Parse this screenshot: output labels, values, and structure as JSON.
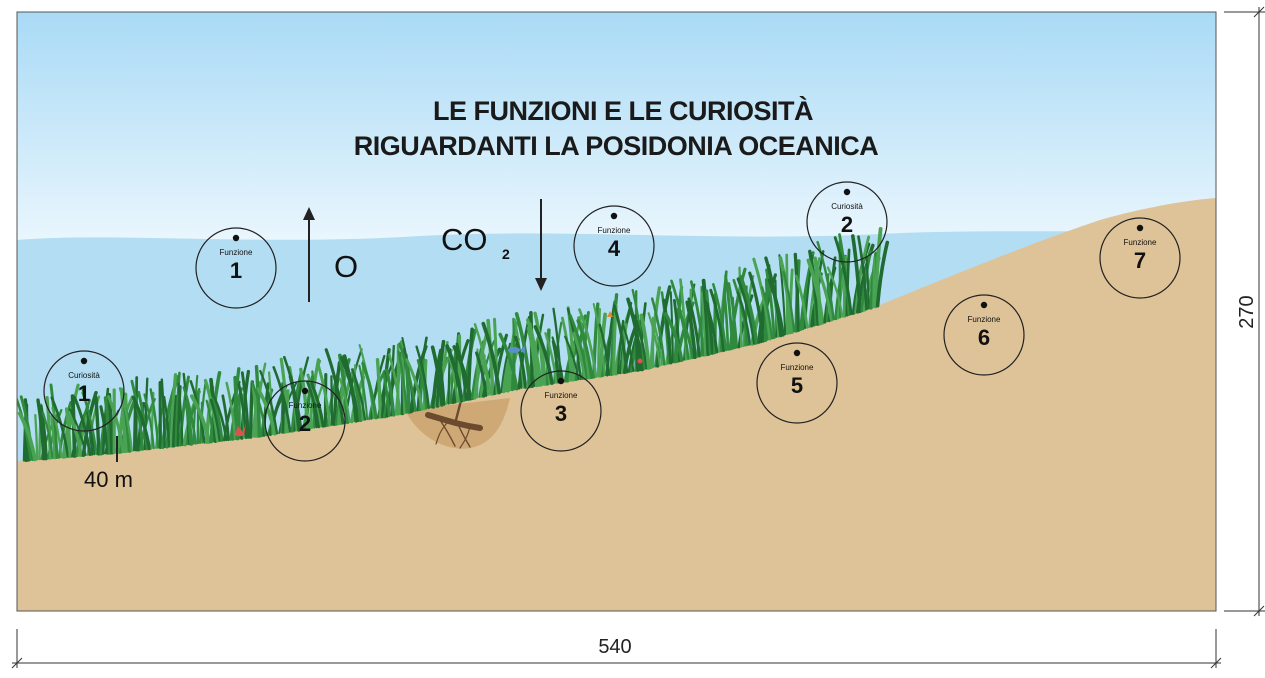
{
  "title": {
    "line1": "LE FUNZIONI E LE CURIOSITÀ",
    "line2": "RIGUARDANTI LA POSIDONIA OCEANICA"
  },
  "oxygen": {
    "label": "O"
  },
  "co2": {
    "label": "CO",
    "subscript": "2"
  },
  "depth": {
    "label": "40 m"
  },
  "dimensions": {
    "width": "540",
    "height": "270"
  },
  "markers": [
    {
      "id": "funzione-1",
      "kind": "Funzione",
      "number": "1"
    },
    {
      "id": "funzione-2",
      "kind": "Funzione",
      "number": "2"
    },
    {
      "id": "funzione-3",
      "kind": "Funzione",
      "number": "3"
    },
    {
      "id": "funzione-4",
      "kind": "Funzione",
      "number": "4"
    },
    {
      "id": "funzione-5",
      "kind": "Funzione",
      "number": "5"
    },
    {
      "id": "funzione-6",
      "kind": "Funzione",
      "number": "6"
    },
    {
      "id": "funzione-7",
      "kind": "Funzione",
      "number": "7"
    },
    {
      "id": "curiosita-1",
      "kind": "Curiosità",
      "number": "1"
    },
    {
      "id": "curiosita-2",
      "kind": "Curiosità",
      "number": "2"
    }
  ],
  "colors": {
    "sky_top": "#a9daf6",
    "sky_bottom": "#e9f6fd",
    "water": "#b3ddf2",
    "sand": "#dfc398",
    "seagrass_dark": "#1f6b30",
    "seagrass_mid": "#2f8a3e",
    "seagrass_light": "#4aa352",
    "root": "#6b4a2e"
  }
}
